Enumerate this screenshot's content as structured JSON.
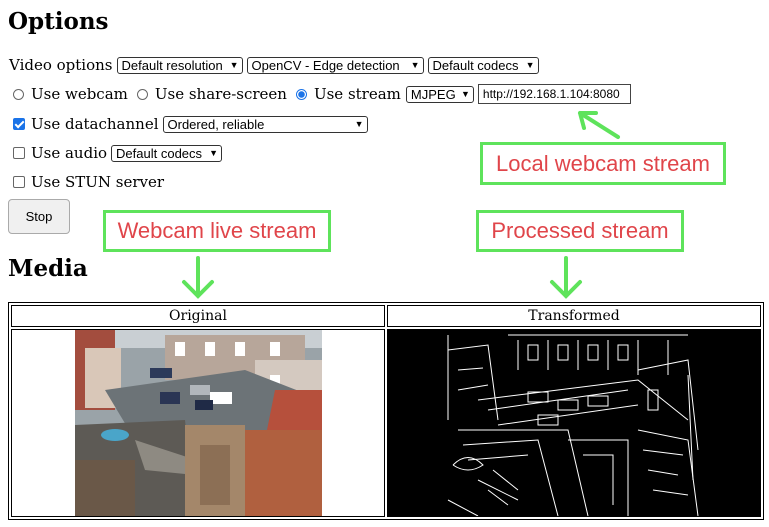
{
  "options": {
    "title": "Options",
    "video_options_label": "Video options",
    "resolution": "Default resolution",
    "transform": "OpenCV - Edge detection",
    "video_codec": "Default codecs",
    "source": {
      "webcam_label": "Use webcam",
      "share_screen_label": "Use share-screen",
      "stream_label": "Use stream",
      "selected": "stream",
      "stream_format": "MJPEG",
      "stream_url": "http://192.168.1.104:8080"
    },
    "datachannel_label": "Use datachannel",
    "datachannel_checked": true,
    "datachannel_mode": "Ordered, reliable",
    "audio_label": "Use audio",
    "audio_checked": false,
    "audio_codec": "Default codecs",
    "stun_label": "Use STUN server",
    "stun_checked": false,
    "stop_label": "Stop"
  },
  "media": {
    "title": "Media",
    "original_label": "Original",
    "transformed_label": "Transformed"
  },
  "annotations": {
    "local_stream": "Local webcam stream",
    "webcam_live": "Webcam live stream",
    "processed": "Processed stream",
    "color": "#5ee35b",
    "text_color": "#e0454a"
  }
}
